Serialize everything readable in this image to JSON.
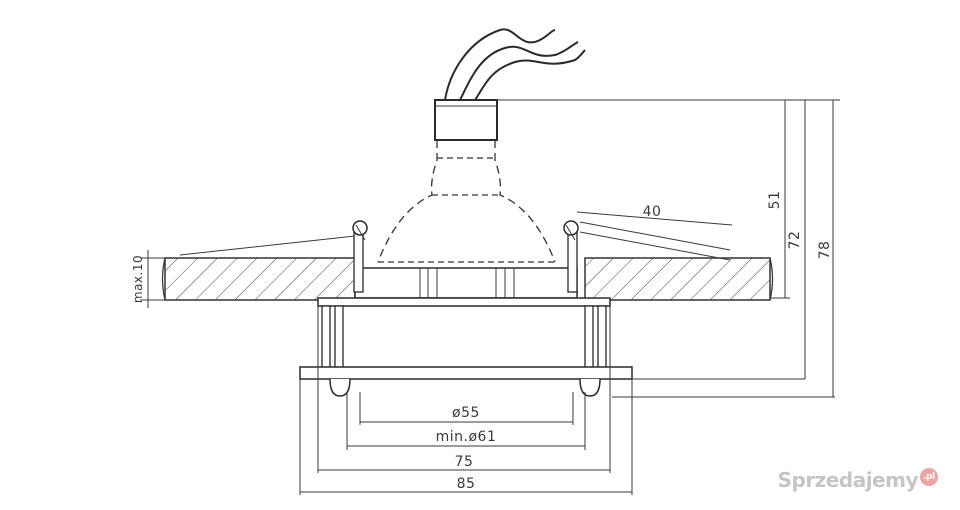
{
  "dimensions": {
    "d55": "ø55",
    "d61": "min.ø61",
    "w75": "75",
    "w85": "85",
    "h51": "51",
    "h72": "72",
    "h78": "78",
    "max10": "max.10",
    "spring40": "40"
  },
  "watermark": {
    "text": "Sprzedajemy",
    "badge": ".pl"
  }
}
